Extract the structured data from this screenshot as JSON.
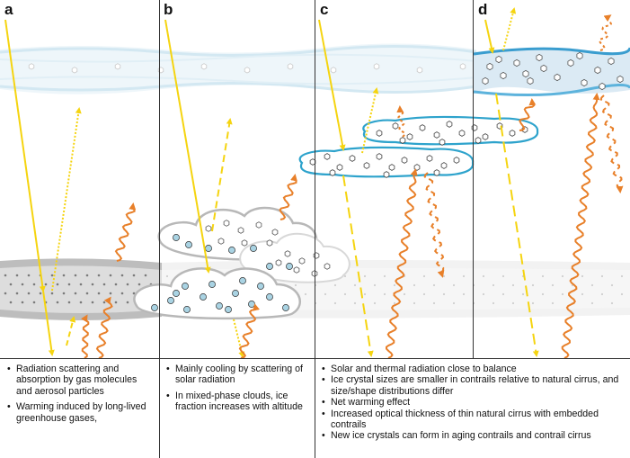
{
  "panels": [
    {
      "letter": "a",
      "bullets": [
        "Radiation scattering and absorption by gas molecules and aerosol particles",
        "Warming induced by long-lived greenhouse gases,"
      ]
    },
    {
      "letter": "b",
      "bullets": [
        "Mainly cooling by scattering of solar radiation",
        "In mixed-phase clouds, ice fraction increases with altitude"
      ]
    },
    {
      "letter": "c",
      "bullets": [
        "Solar and thermal radiation close to balance",
        "Ice crystal sizes are smaller in contrails relative to natural cirrus, and size/shape distributions differ",
        "Net warming effect",
        "Increased optical thickness of thin natural cirrus with embedded contrails",
        "New ice crystals can form in aging contrails and contrail cirrus"
      ]
    },
    {
      "letter": "d",
      "bullets": []
    }
  ],
  "colors": {
    "solar_arrow": "#f5d410",
    "thermal_arrow": "#e8802a",
    "contrail_outline": "#2ea3cc",
    "cirrus_band": "#d6e9f3",
    "aerosol_band": "#c9c9c9",
    "droplet": "#a9d3e3",
    "divider": "#333333"
  }
}
